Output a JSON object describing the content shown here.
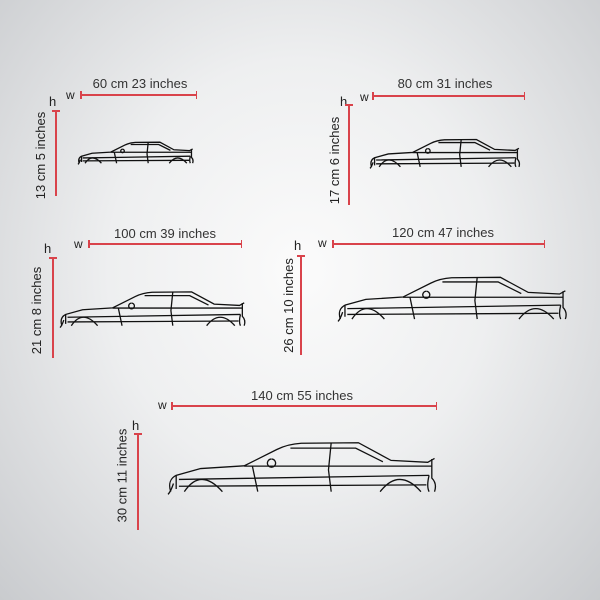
{
  "width_marker": "w",
  "height_marker": "h",
  "sizes": [
    {
      "width_label": "60 cm 23 inches",
      "height_label": "13 cm 5 inches"
    },
    {
      "width_label": "80 cm 31 inches",
      "height_label": "17 cm 6 inches"
    },
    {
      "width_label": "100 cm 39 inches",
      "height_label": "21 cm 8 inches"
    },
    {
      "width_label": "120 cm 47 inches",
      "height_label": "26 cm 10 inches"
    },
    {
      "width_label": "140 cm 55 inches",
      "height_label": "30 cm 11  inches"
    }
  ],
  "colors": {
    "dimension_line": "#d9434b",
    "silhouette": "#111111"
  }
}
